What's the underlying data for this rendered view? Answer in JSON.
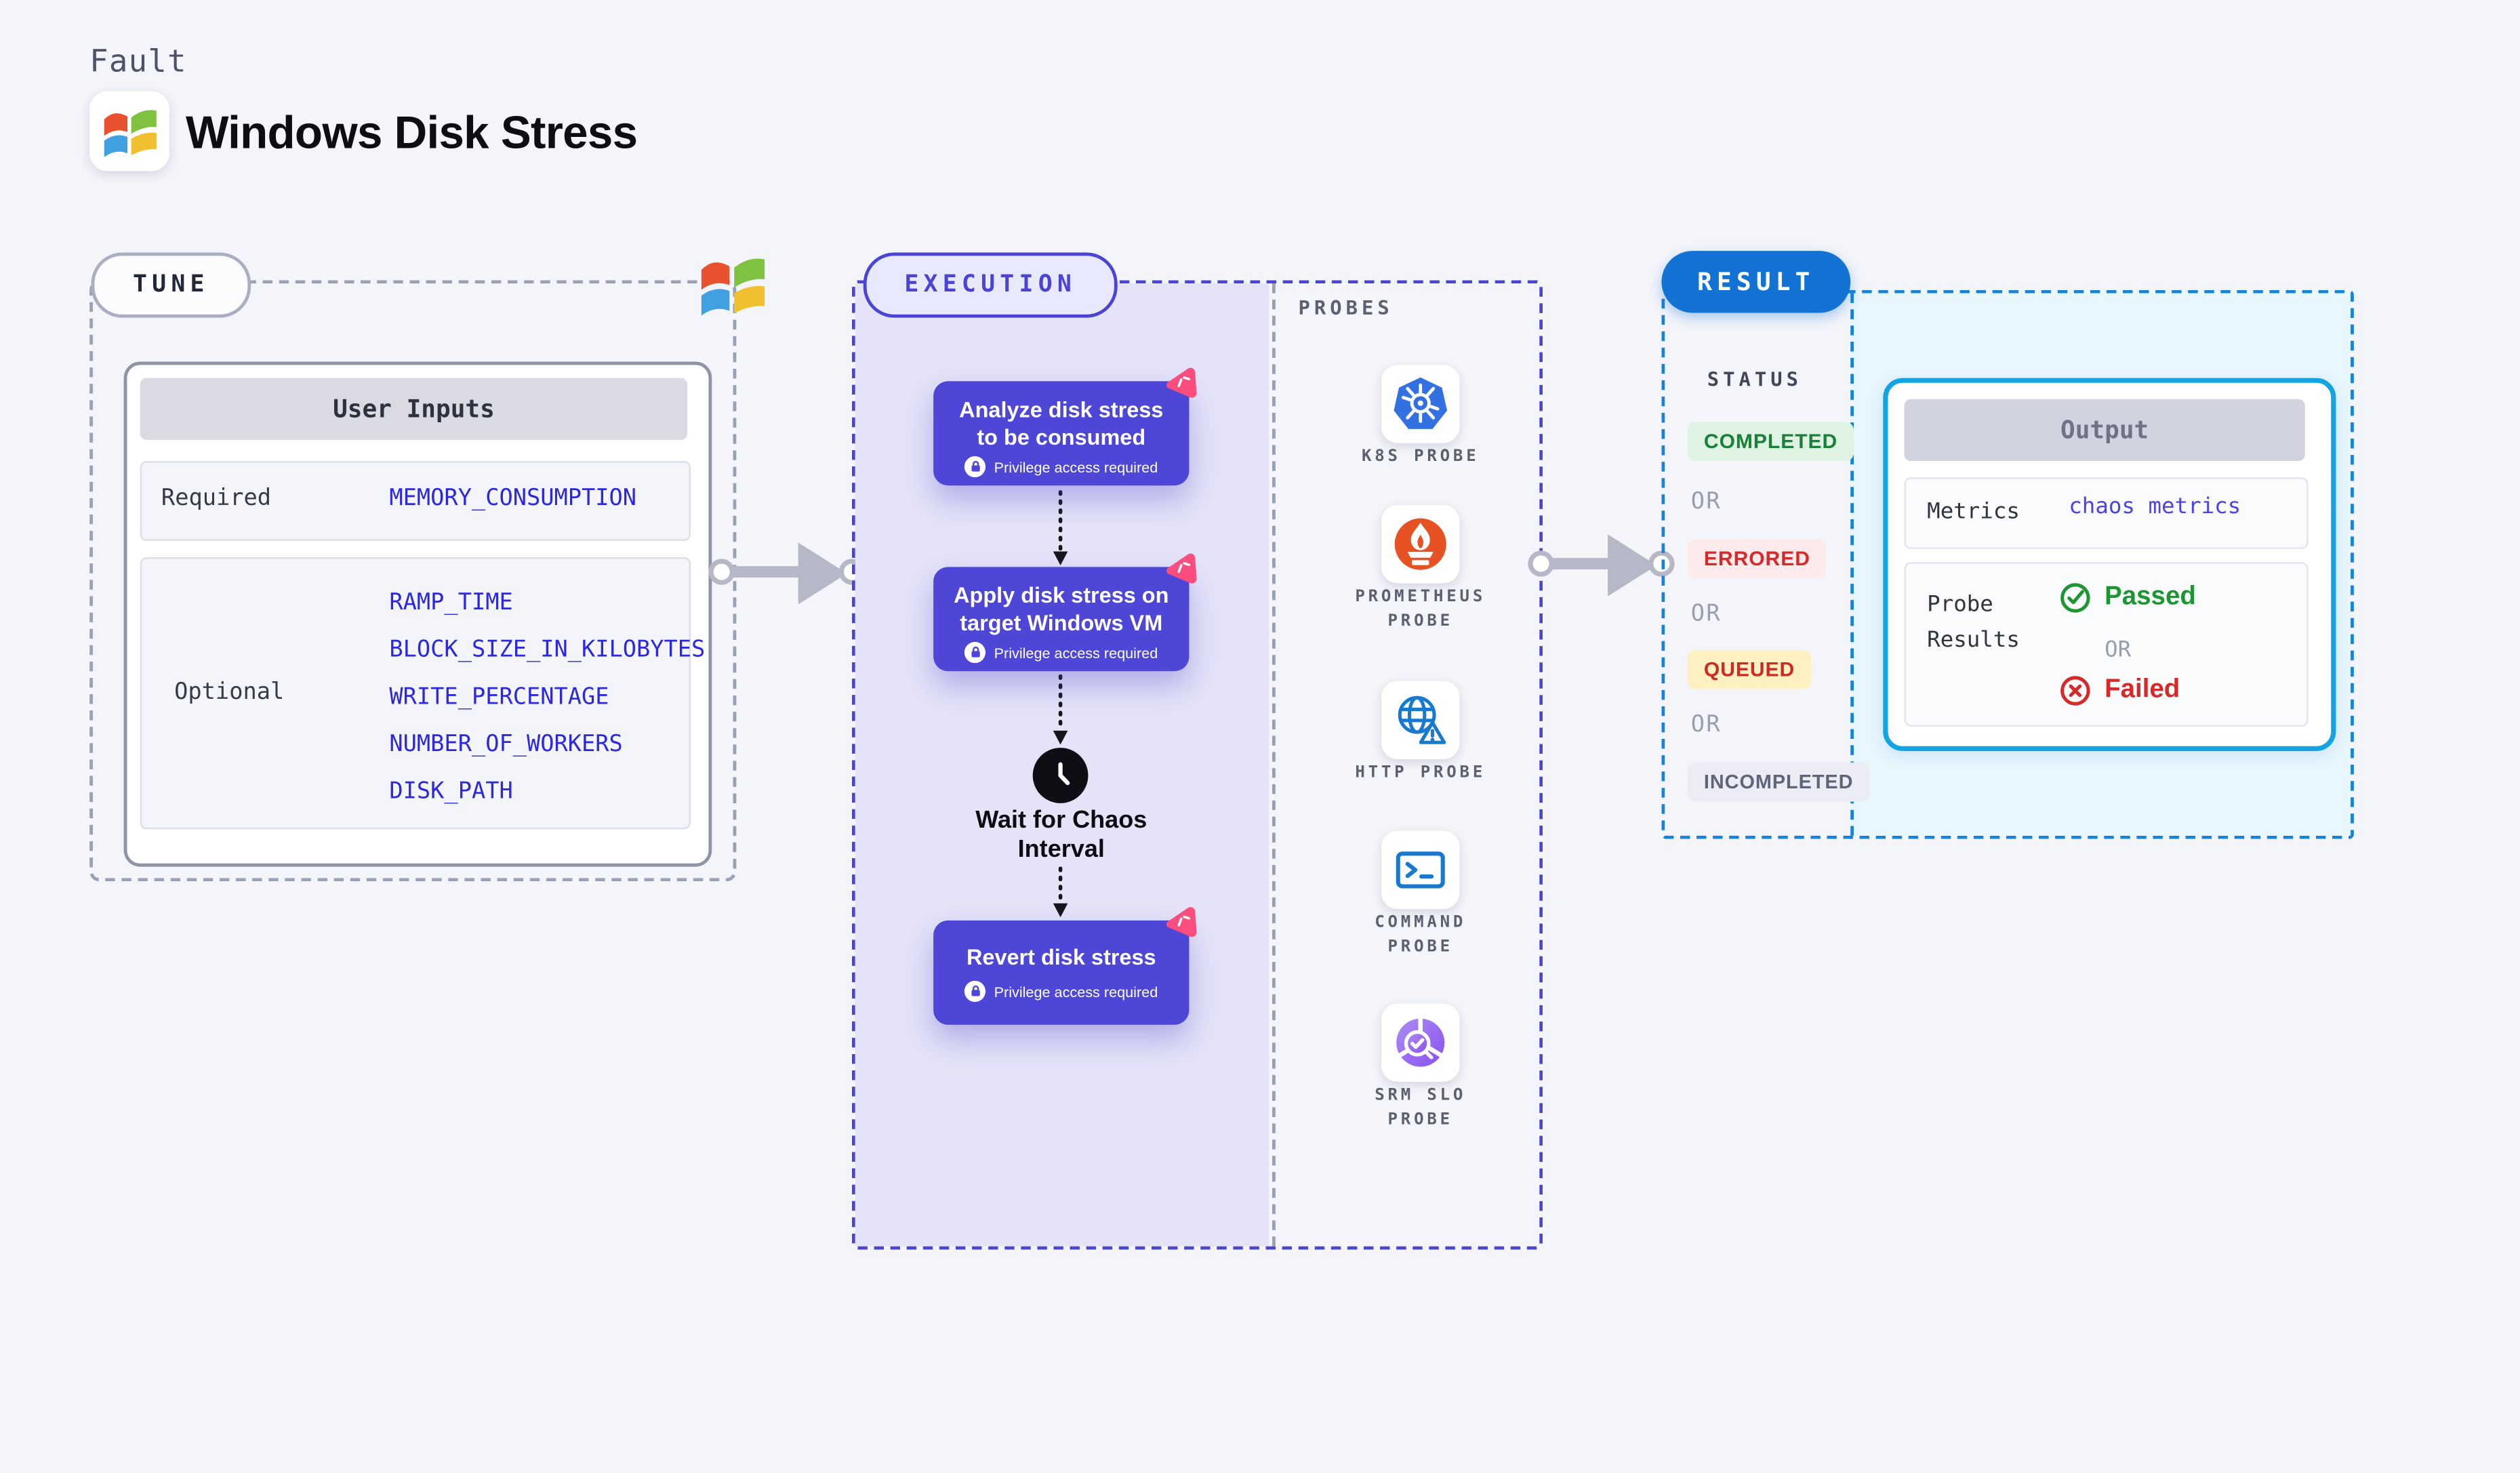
{
  "header": {
    "eyebrow": "Fault",
    "title": "Windows Disk Stress",
    "logo": "windows-logo"
  },
  "tune": {
    "pill_label": "TUNE",
    "corner_logo": "windows-logo",
    "user_inputs": {
      "title": "User Inputs",
      "rows": [
        {
          "label": "Required",
          "values": [
            "MEMORY_CONSUMPTION"
          ]
        },
        {
          "label": "Optional",
          "values": [
            "RAMP_TIME",
            "BLOCK_SIZE_IN_KILOBYTES",
            "WRITE_PERCENTAGE",
            "NUMBER_OF_WORKERS",
            "DISK_PATH"
          ]
        }
      ]
    }
  },
  "execution": {
    "pill_label": "EXECUTION",
    "steps": [
      {
        "title_lines": [
          "Analyze disk stress",
          "to be consumed"
        ],
        "privilege_note": "Privilege access required"
      },
      {
        "title_lines": [
          "Apply disk stress on",
          "target Windows VM"
        ],
        "privilege_note": "Privilege access required"
      },
      {
        "wait_lines": [
          "Wait for Chaos",
          "Interval"
        ]
      },
      {
        "title_lines": [
          "Revert disk stress"
        ],
        "privilege_note": "Privilege access required"
      }
    ]
  },
  "probes": {
    "heading": "PROBES",
    "items": [
      {
        "name": "K8S Probe",
        "icon": "kubernetes-icon",
        "label_lines": [
          "K8S PROBE"
        ]
      },
      {
        "name": "Prometheus Probe",
        "icon": "prometheus-icon",
        "label_lines": [
          "PROMETHEUS",
          "PROBE"
        ]
      },
      {
        "name": "HTTP Probe",
        "icon": "http-globe-warning-icon",
        "label_lines": [
          "HTTP PROBE"
        ]
      },
      {
        "name": "Command Probe",
        "icon": "terminal-icon",
        "label_lines": [
          "COMMAND",
          "PROBE"
        ]
      },
      {
        "name": "SRM SLO Probe",
        "icon": "srm-slo-icon",
        "label_lines": [
          "SRM SLO",
          "PROBE"
        ]
      }
    ]
  },
  "result": {
    "pill_label": "RESULT",
    "status": {
      "heading": "STATUS",
      "or_separator": "OR",
      "options": [
        {
          "text": "COMPLETED",
          "text_color": "#188038",
          "bg_color": "#def3e1"
        },
        {
          "text": "ERRORED",
          "text_color": "#d62a2a",
          "bg_color": "#fdeaea"
        },
        {
          "text": "QUEUED",
          "text_color": "#cc2b24",
          "bg_color": "#fdf1c1"
        },
        {
          "text": "INCOMPLETED",
          "text_color": "#5f6478",
          "bg_color": "#ebecf4"
        }
      ]
    },
    "output": {
      "title": "Output",
      "metrics_label": "Metrics",
      "metrics_value": "chaos metrics",
      "probe_results_lines": [
        "Probe",
        "Results"
      ],
      "or_separator": "OR",
      "passed_label": "Passed",
      "failed_label": "Failed"
    }
  },
  "colors": {
    "page_bg": "#f4f5fa",
    "accent_indigo": "#4d46d6",
    "lavender_bg": "#e4e3f8",
    "pink_badge": "#fb4d7e",
    "input_value_blue": "#2b28e0",
    "arrow_gray": "#b6b7c7",
    "tune_dash_gray": "#9aa1b4",
    "result_blue": "#1273d4",
    "result_dash_blue": "#1683da",
    "output_border_cyan": "#14a4e4",
    "output_bg_cyan": "#e8f6fd",
    "passed_green": "#1d9632",
    "failed_red": "#d62a2a",
    "kubernetes_blue": "#3371e3",
    "prometheus_orange": "#e75225",
    "probe_icon_blue": "#1879d0",
    "srm_purple": "#8a50ee"
  }
}
